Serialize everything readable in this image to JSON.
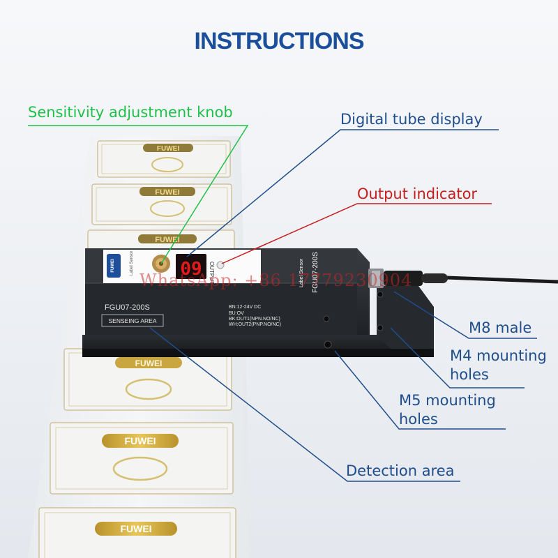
{
  "title": "INSTRUCTIONS",
  "card_brand": "FUWEI",
  "sensor": {
    "model": "FGU07-200S",
    "side_text": "Label Sensor",
    "side_model": "FGU07-200S",
    "area_label": "SENSEING  AREA",
    "output_label": "OUTPUT",
    "display_value": "09",
    "logo_text": "FUWEI",
    "wiring": [
      "BN:12-24V  DC",
      "BU:OV",
      "BK:OUT1(NPN.NO/NC)",
      "WH:OUT2(PNP.NO/NC)"
    ]
  },
  "callouts": {
    "knob": "Sensitivity adjustment knob",
    "display": "Digital tube display",
    "output": "Output indicator",
    "m8": "M8 male",
    "m4_line1": "M4 mounting",
    "m4_line2": "holes",
    "m5_line1": "M5 mounting",
    "m5_line2": "holes",
    "detection": "Detection area"
  },
  "watermark": "WhatsApp: +86 17779230904",
  "colors": {
    "title": "#1b4f9c",
    "callout_text": "#1f4e8c",
    "knob_callout": "#1fc04a",
    "output_callout": "#c81d1d",
    "sensor_body": "#2a2d31",
    "display_digits": "#e11a1a"
  }
}
